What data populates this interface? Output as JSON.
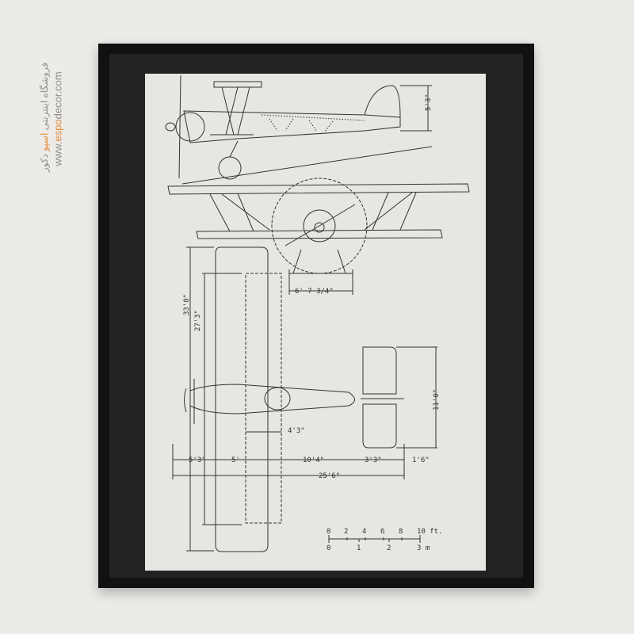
{
  "watermark": {
    "url_prefix": "www.",
    "url_brand": "espo",
    "url_suffix": "decor.com",
    "fa_prefix": "فروشگاه اینترنتی ",
    "fa_brand": "اسپو",
    "fa_suffix": " دکور",
    "accent_color": "#e58a3a"
  },
  "blueprint": {
    "side_height": "5'3\"",
    "gear_track": "6' 7 3/4\"",
    "span_upper": "33'0\"",
    "span_lower": "27'3\"",
    "tail_span": "11'0\"",
    "cockpit": "4'3\"",
    "dim_nose": "5'3\"",
    "dim_wing": "5'",
    "dim_fuselage": "10'4\"",
    "dim_tail": "3'3\"",
    "dim_rudder": "1'6\"",
    "length": "25'6\"",
    "scale_ft": [
      "0",
      "2",
      "4",
      "6",
      "8",
      "10 ft."
    ],
    "scale_m": [
      "0",
      "1",
      "2",
      "3 m"
    ]
  }
}
